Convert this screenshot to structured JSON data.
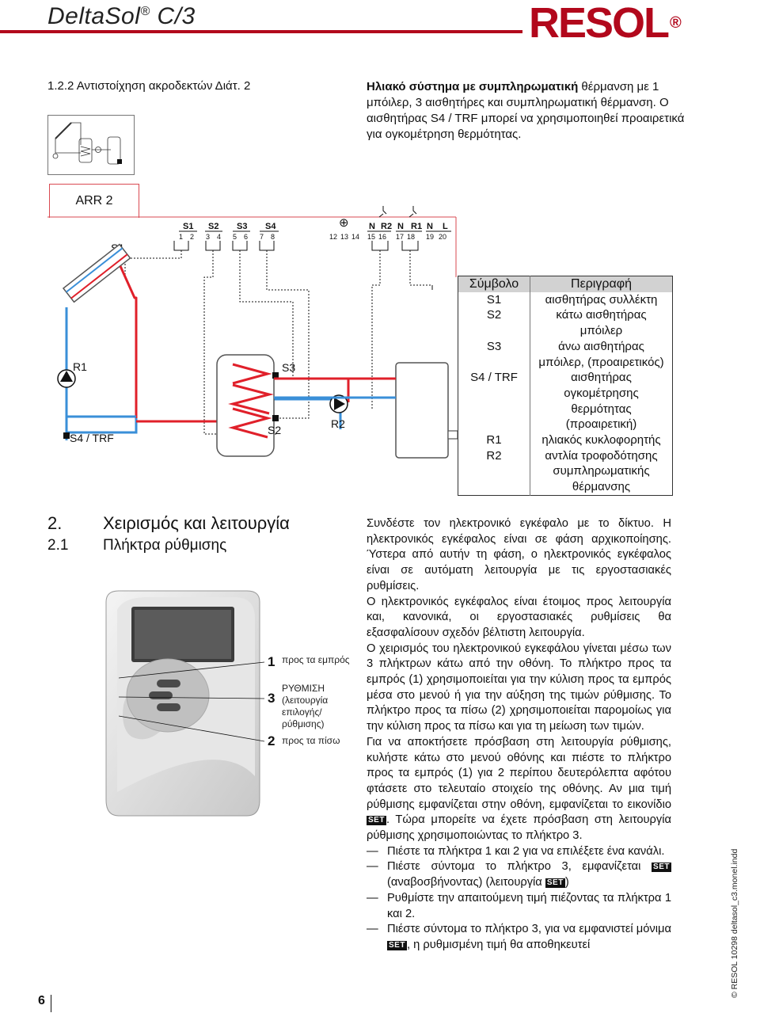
{
  "header": {
    "title": "DeltaSol",
    "title_reg": "®",
    "title_model": " C/3",
    "logo": "RESOL",
    "logo_reg": "®"
  },
  "section_122": {
    "title": "1.2.2  Αντιστοίχηση ακροδεκτών Διάτ. 2"
  },
  "intro": {
    "bold": "Ηλιακό σύστημα με συμπληρωματική",
    "rest": " θέρμανση με 1 μπόιλερ, 3 αισθητήρες και συμπληρωματική θέρμανση. Ο αισθητήρας S4 / TRF μπορεί να χρησιμοποιηθεί προαιρετικά για ογκομέτρηση θερμότητας."
  },
  "diagram": {
    "arr": "ARR 2",
    "terminal_groups": [
      "S1",
      "S2",
      "S3",
      "S4"
    ],
    "terminal_numbers": [
      "1",
      "2",
      "3",
      "4",
      "5",
      "6",
      "7",
      "8",
      "12",
      "13",
      "14",
      "15",
      "16",
      "17",
      "18",
      "19",
      "20"
    ],
    "terminal_right": [
      "N",
      "R2",
      "N",
      "R1",
      "N",
      "L"
    ],
    "ground_symbol": "⊕",
    "labels": {
      "s1": "S1",
      "r1": "R1",
      "s4trf": "S4 / TRF",
      "s3": "S3",
      "s2": "S2",
      "r2": "R2"
    }
  },
  "symbol_table": {
    "headers": [
      "Σύμβολο",
      "Περιγραφή"
    ],
    "rows": [
      {
        "sym": "S1",
        "desc": [
          "αισθητήρας συλλέκτη"
        ]
      },
      {
        "sym": "S2",
        "desc": [
          "κάτω αισθητήρας",
          "μπόιλερ"
        ]
      },
      {
        "sym": "S3",
        "desc": [
          "άνω αισθητήρας",
          "μπόιλερ, (προαιρετικός)"
        ]
      },
      {
        "sym": "S4 / TRF",
        "desc": [
          "αισθητήρας",
          "ογκομέτρησης",
          "θερμότητας",
          "(προαιρετική)"
        ]
      },
      {
        "sym": "R1",
        "desc": [
          "ηλιακός κυκλοφορητής"
        ]
      },
      {
        "sym": "R2",
        "desc": [
          "αντλία τροφοδότησης",
          "συμπληρωματικής",
          "θέρμανσης"
        ]
      }
    ]
  },
  "section_2": {
    "num": "2.",
    "title": "Χειρισμός και λειτουργία"
  },
  "section_21": {
    "num": "2.1",
    "title": "Πλήκτρα ρύθμισης"
  },
  "device_labels": [
    {
      "num": "1",
      "text": [
        "προς τα εμπρός"
      ]
    },
    {
      "num": "3",
      "text": [
        "ΡΥΘΜΙΣΗ",
        "(λειτουργία",
        "επιλογής/",
        "ρύθμισης)"
      ]
    },
    {
      "num": "2",
      "text": [
        "προς τα πίσω"
      ]
    }
  ],
  "body": {
    "p1": "Συνδέστε τον ηλεκτρονικό εγκέφαλο με το δίκτυο. Η ηλεκτρονικός εγκέφαλος είναι σε φάση αρχικοποίησης. Ύστερα από αυτήν τη φάση, ο ηλεκτρονικός εγκέφαλος είναι σε αυτόματη λειτουργία με τις εργοστασιακές ρυθμίσεις.",
    "p2": "Ο ηλεκτρονικός εγκέφαλος είναι έτοιμος προς λειτουργία και, κανονικά, οι εργοστασιακές ρυθμίσεις θα εξασφαλίσουν σχεδόν βέλτιστη λειτουργία.",
    "p3": "Ο χειρισμός του ηλεκτρονικού εγκεφάλου γίνεται μέσω των 3 πλήκτρων κάτω από την οθόνη. Το πλήκτρο προς τα εμπρός (1) χρησιμοποιείται για την κύλιση προς τα εμπρός μέσα στο μενού ή για την αύξηση της τιμών ρύθμισης. Το πλήκτρο προς τα πίσω (2) χρησιμοποιείται παρομοίως για την κύλιση προς τα πίσω και για τη μείωση των τιμών.",
    "p4a": "Για να αποκτήσετε πρόσβαση στη λειτουργία ρύθμισης, κυλήστε κάτω στο μενού οθόνης και πιέστε το πλήκτρο προς τα εμπρός (1) για 2 περίπου δευτερόλεπτα αφότου φτάσετε στο τελευταίο στοιχείο της οθόνης. Αν μια τιμή ρύθμισης εμφανίζεται στην οθόνη, εμφανίζεται το εικονίδιο ",
    "p4b": ". Τώρα μπορείτε να έχετε πρόσβαση στη λειτουργία ρύθμισης χρησιμοποιώντας το πλήκτρο 3.",
    "li1": "Πιέστε τα πλήκτρα 1 και 2 για να επιλέξετε ένα κανάλι.",
    "li2a": "Πιέστε σύντομα το πλήκτρο 3, εμφανίζεται ",
    "li2b": " (αναβοσβήνοντας) (λειτουργία ",
    "li2c": ")",
    "li3": "Ρυθμίστε την απαιτούμενη τιμή πιέζοντας τα πλήκτρα 1 και 2.",
    "li4a": "Πιέστε σύντομα το πλήκτρο 3, για να εμφανιστεί μόνιμα ",
    "li4b": ", η ρυθμισμένη τιμή θα αποθηκευτεί",
    "set": "SET"
  },
  "footer": {
    "page": "6",
    "side": "© RESOL 10298 deltasol_c3.monel.indd"
  },
  "colors": {
    "brand": "#b2081c",
    "hot": "#e0202a",
    "cold": "#3a8fd8"
  }
}
